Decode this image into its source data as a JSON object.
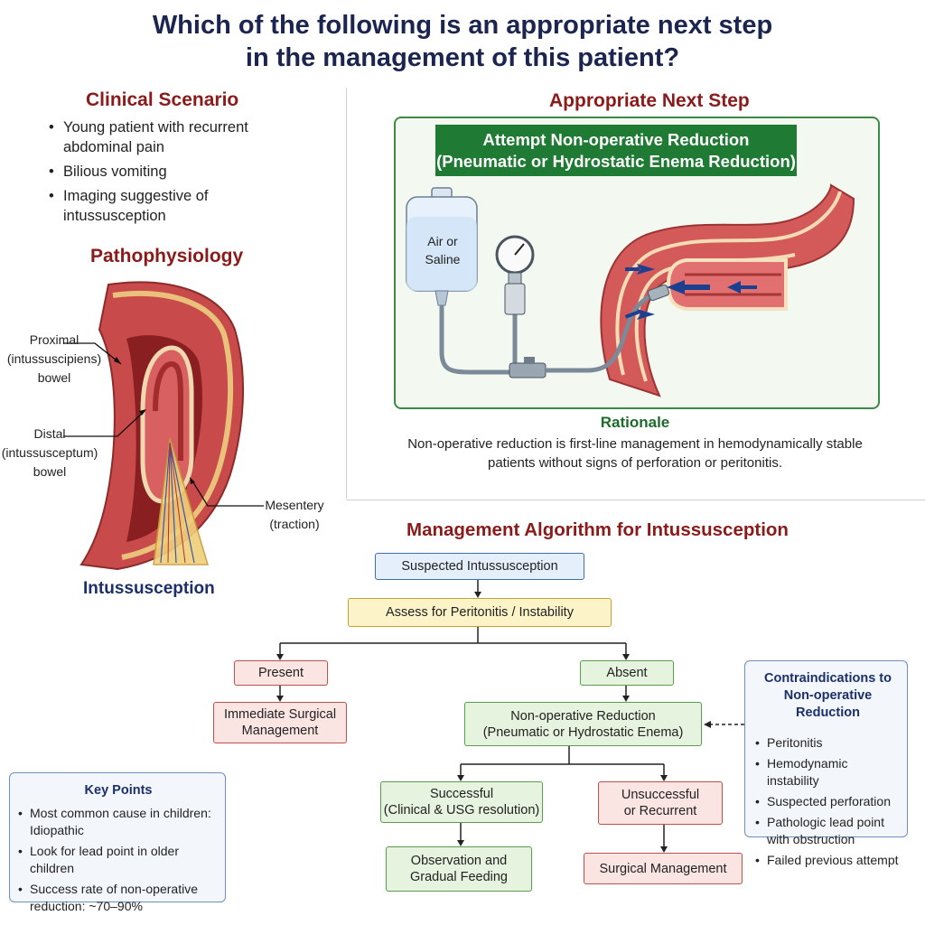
{
  "title": {
    "line1": "Which of the following is an appropriate next step",
    "line2": "in the management of this patient?"
  },
  "scenario": {
    "heading": "Clinical Scenario",
    "items": [
      "Young patient with recurrent abdominal pain",
      "Bilious vomiting",
      "Imaging suggestive of intussusception"
    ]
  },
  "pathophysiology": {
    "heading": "Pathophysiology",
    "label_proximal": [
      "Proximal",
      "(intussuscipiens)",
      "bowel"
    ],
    "label_distal": [
      "Distal",
      "(intussusceptum)",
      "bowel"
    ],
    "label_mesentery": [
      "Mesentery",
      "(traction)"
    ],
    "caption": "Intussusception"
  },
  "next_step": {
    "heading": "Appropriate Next Step",
    "banner_line1": "Attempt Non-operative Reduction",
    "banner_line2": "(Pneumatic or Hydrostatic Enema Reduction)",
    "bag_label": [
      "Air or",
      "Saline"
    ],
    "rationale_heading": "Rationale",
    "rationale_text": "Non-operative reduction is first-line management in hemodynamically stable patients without signs of perforation or peritonitis."
  },
  "algorithm": {
    "heading": "Management Algorithm for Intussusception",
    "suspected": "Suspected Intussusception",
    "assess": "Assess for Peritonitis / Instability",
    "present": "Present",
    "absent": "Absent",
    "surgical": [
      "Immediate Surgical",
      "Management"
    ],
    "nonop": [
      "Non-operative Reduction",
      "(Pneumatic or Hydrostatic Enema)"
    ],
    "successful": [
      "Successful",
      "(Clinical & USG resolution)"
    ],
    "unsuccessful": [
      "Unsuccessful",
      "or Recurrent"
    ],
    "observation": [
      "Observation and",
      "Gradual Feeding"
    ],
    "surgical_mgmt": "Surgical Management"
  },
  "contraindications": {
    "heading": [
      "Contraindications to",
      "Non-operative Reduction"
    ],
    "items": [
      "Peritonitis",
      "Hemodynamic instability",
      "Suspected perforation",
      "Pathologic lead point with obstruction",
      "Failed previous attempt"
    ]
  },
  "key_points": {
    "heading": "Key Points",
    "items": [
      "Most common cause in children: Idiopathic",
      "Look for lead point in older children",
      "Success rate of non-operative reduction: ~70–90%"
    ]
  },
  "colors": {
    "navy": "#1b2550",
    "heading_red": "#8b1a1a",
    "banner_green": "#1f7a33",
    "bowel_red": "#c84a4a",
    "arrow_blue": "#1d3f8f"
  }
}
